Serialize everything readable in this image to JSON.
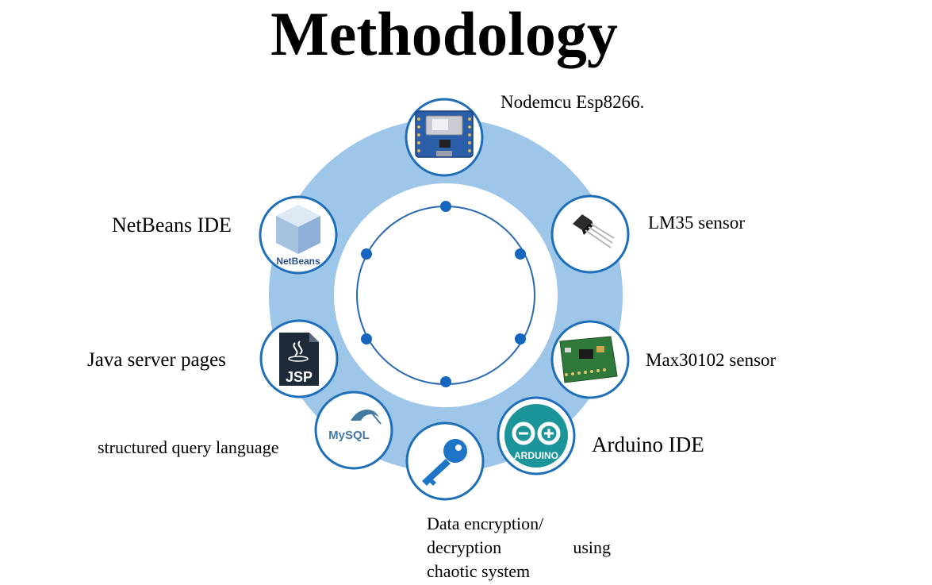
{
  "title": "Methodology",
  "colors": {
    "ring": "#9dc6e8",
    "circle_border": "#1f6fb8",
    "inner_ring": "#2a6ab0",
    "dot": "#1565c0"
  },
  "nodes": [
    {
      "id": "nodemcu",
      "label": "Nodemcu Esp8266.",
      "icon": "nodemcu-board-icon"
    },
    {
      "id": "lm35",
      "label": "LM35 sensor",
      "icon": "lm35-sensor-icon"
    },
    {
      "id": "max30102",
      "label": "Max30102 sensor",
      "icon": "max30102-board-icon"
    },
    {
      "id": "arduino",
      "label": "Arduino IDE",
      "icon": "arduino-logo-icon",
      "icon_text": "ARDUINO"
    },
    {
      "id": "encryption",
      "label_lines": [
        "Data encryption/",
        "decryption using",
        "chaotic system"
      ],
      "icon": "key-icon"
    },
    {
      "id": "mysql",
      "label": "structured query language",
      "icon": "mysql-logo-icon",
      "icon_text": "MySQL"
    },
    {
      "id": "jsp",
      "label": "Java server pages",
      "icon": "jsp-file-icon",
      "icon_text": "JSP"
    },
    {
      "id": "netbeans",
      "label": "NetBeans IDE",
      "icon": "netbeans-logo-icon",
      "icon_text": "NetBeans"
    }
  ]
}
